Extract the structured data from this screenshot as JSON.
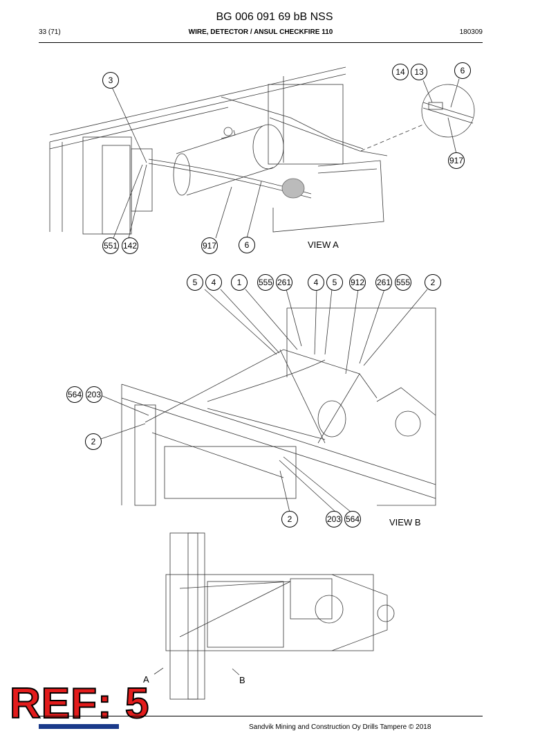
{
  "header": {
    "title": "BG 006 091 69 bB NSS",
    "page": "33 (71)",
    "subtitle": "WIRE, DETECTOR / ANSUL CHECKFIRE 110",
    "date": "180309"
  },
  "footer": {
    "copyright": "Sandvik Mining and Construction Oy Drills Tampere © 2018"
  },
  "watermark": {
    "text": "REF: 5"
  },
  "view_a": {
    "label": "VIEW A",
    "callouts": [
      "3",
      "14",
      "13",
      "6",
      "917",
      "551",
      "142",
      "917",
      "6"
    ]
  },
  "view_b": {
    "label": "VIEW B",
    "callouts": [
      "5",
      "4",
      "1",
      "555",
      "261",
      "4",
      "5",
      "912",
      "261",
      "555",
      "2",
      "564",
      "203",
      "2",
      "2",
      "203",
      "564"
    ]
  },
  "overview": {
    "arrow_a": "A",
    "arrow_b": "B"
  },
  "colors": {
    "watermark": "#e31c1c",
    "line": "#333333"
  }
}
